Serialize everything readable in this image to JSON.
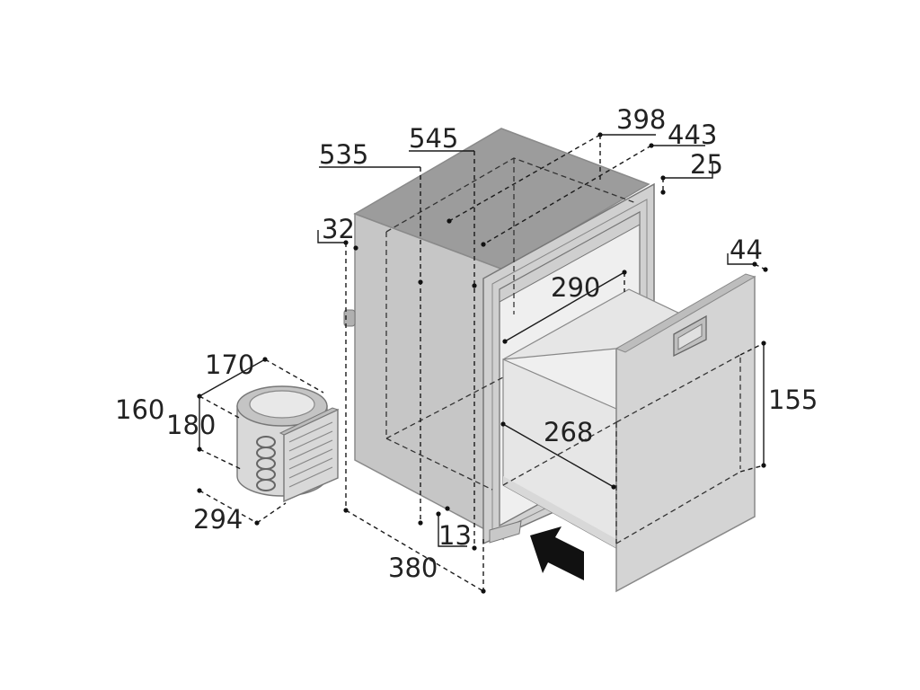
{
  "colors": {
    "cabinet_top": "#9c9c9c",
    "cabinet_side": "#c6c6c6",
    "cabinet_front_frame": "#d0d0d0",
    "drawer_front": "#d4d4d4",
    "drawer_interior": "#e6e6e6",
    "compressor_body": "#d9d9d9",
    "arrow": "#111111",
    "dimension_line": "#1a1a1a"
  },
  "icons": {
    "insertion_arrow": "arrow-icon"
  },
  "dimensions": {
    "d398": "398",
    "d443": "443",
    "d25": "25",
    "d545": "545",
    "d535": "535",
    "d32": "32",
    "d44": "44",
    "d290": "290",
    "d155": "155",
    "d268": "268",
    "d170": "170",
    "d160": "160",
    "d180": "180",
    "d294": "294",
    "d13": "13",
    "d380": "380"
  }
}
